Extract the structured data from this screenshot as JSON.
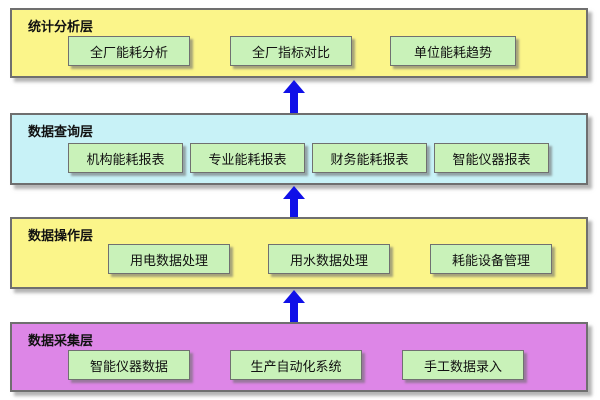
{
  "colors": {
    "analysis_layer_bg": "#fbf58a",
    "query_layer_bg": "#c8f2f7",
    "operation_layer_bg": "#fbf58a",
    "collection_layer_bg": "#dd86e7",
    "module_bg": "#c9f2b9",
    "arrow": "#1010e8"
  },
  "layers": {
    "analysis": {
      "title": "统计分析层",
      "modules": [
        "全厂能耗分析",
        "全厂指标对比",
        "单位能耗趋势"
      ]
    },
    "query": {
      "title": "数据查询层",
      "modules": [
        "机构能耗报表",
        "专业能耗报表",
        "财务能耗报表",
        "智能仪器报表"
      ]
    },
    "operation": {
      "title": "数据操作层",
      "modules": [
        "用电数据处理",
        "用水数据处理",
        "耗能设备管理"
      ]
    },
    "collection": {
      "title": "数据采集层",
      "modules": [
        "智能仪器数据",
        "生产自动化系统",
        "手工数据录入"
      ]
    }
  },
  "arrows": [
    {
      "from": "数据查询层",
      "to": "统计分析层"
    },
    {
      "from": "数据操作层",
      "to": "数据查询层"
    },
    {
      "from": "数据采集层",
      "to": "数据操作层"
    }
  ]
}
